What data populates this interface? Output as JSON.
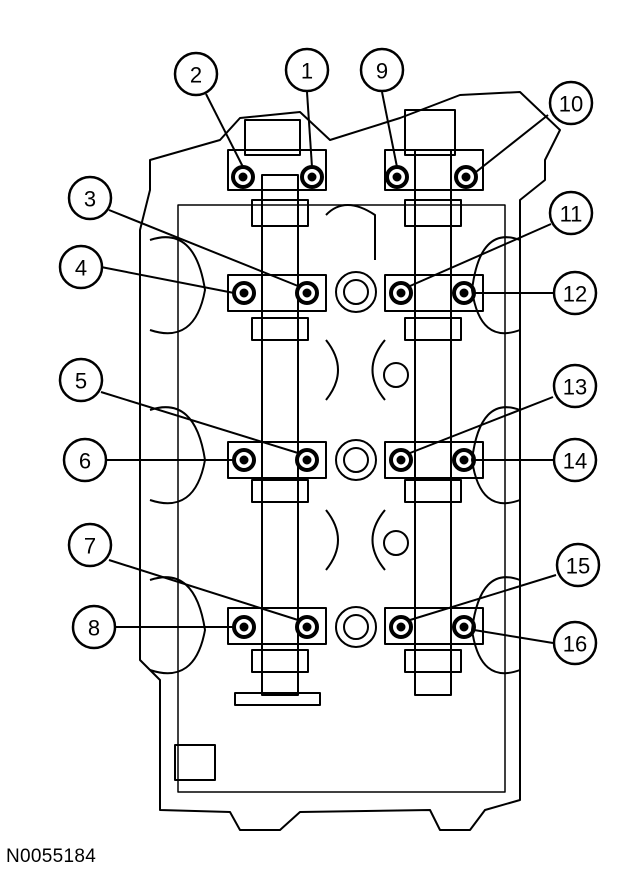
{
  "callouts": [
    {
      "label": "1"
    },
    {
      "label": "2"
    },
    {
      "label": "3"
    },
    {
      "label": "4"
    },
    {
      "label": "5"
    },
    {
      "label": "6"
    },
    {
      "label": "7"
    },
    {
      "label": "8"
    },
    {
      "label": "9"
    },
    {
      "label": "10"
    },
    {
      "label": "11"
    },
    {
      "label": "12"
    },
    {
      "label": "13"
    },
    {
      "label": "14"
    },
    {
      "label": "15"
    },
    {
      "label": "16"
    }
  ],
  "figure_id": "N0055184"
}
